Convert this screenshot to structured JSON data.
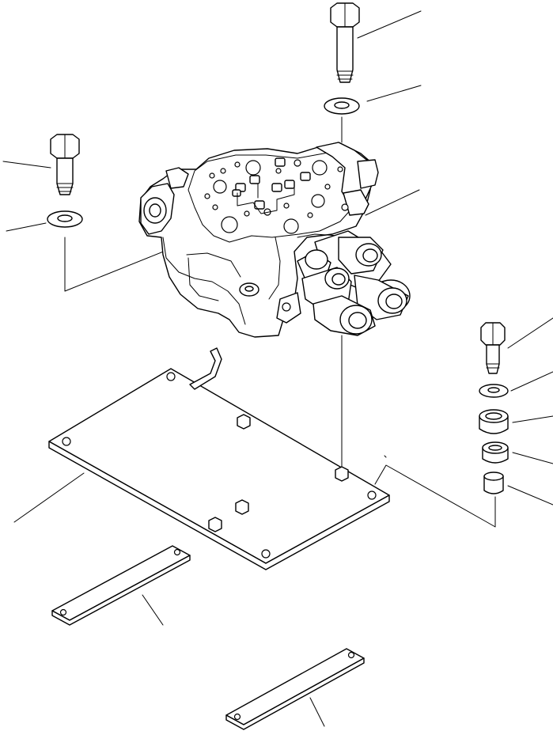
{
  "diagram": {
    "parts": [
      {
        "name": "control-valve-assembly",
        "icon": "valve-body-icon"
      },
      {
        "name": "bolt-top",
        "icon": "bolt-icon"
      },
      {
        "name": "washer-top",
        "icon": "washer-icon"
      },
      {
        "name": "bolt-left",
        "icon": "bolt-icon"
      },
      {
        "name": "washer-left",
        "icon": "washer-icon"
      },
      {
        "name": "bolt-right",
        "icon": "bolt-icon"
      },
      {
        "name": "washer-right",
        "icon": "washer-icon"
      },
      {
        "name": "mount-cushion-upper",
        "icon": "cushion-icon"
      },
      {
        "name": "mount-cushion-lower",
        "icon": "cushion-icon"
      },
      {
        "name": "spacer-collar",
        "icon": "collar-icon"
      },
      {
        "name": "mounting-plate",
        "icon": "plate-icon"
      },
      {
        "name": "strap-plate-upper",
        "icon": "strap-icon"
      },
      {
        "name": "strap-plate-lower",
        "icon": "strap-icon"
      }
    ],
    "line_color": "#000000",
    "background": "#ffffff"
  }
}
